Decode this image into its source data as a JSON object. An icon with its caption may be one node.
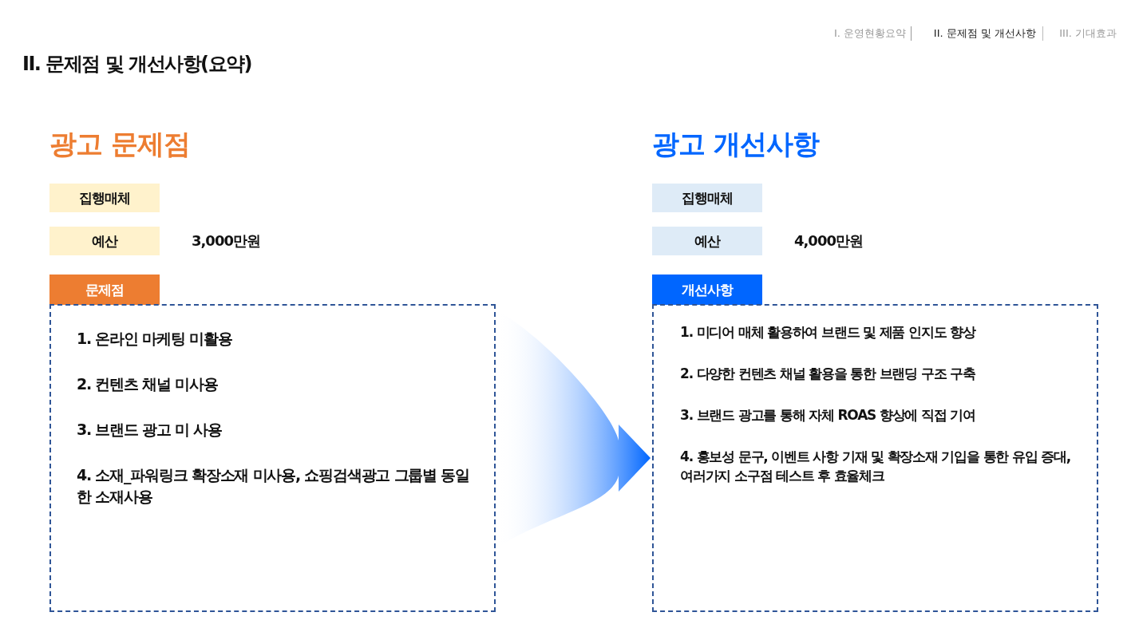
{
  "diagram": {
    "title": "II. 문제점 및 개선사항(요약)",
    "nodes": [
      {
        "text": [
          "집행매체"
        ]
      },
      {
        "text": [
          "예산"
        ],
        "beside": [
          "3,000만원"
        ]
      },
      {
        "text": [
          "문제점",
          "1. 온라인 마케팅 미활용",
          "2. 컨텐츠 채널 미사용",
          "3. 브랜드 광고 미 사용",
          "4. 소재_파워링크 확장소재 미사용, 쇼핑검색광고 그룹별 동일한 소재사용"
        ]
      },
      {
        "text": [
          "집행매체"
        ]
      },
      {
        "text": [
          "예산"
        ],
        "beside": [
          "4,000만원"
        ]
      },
      {
        "text": [
          "개선사항",
          "1. 미디어 매체 활용하여 브랜드 및 제품 인지도 향상",
          "2. 다양한 컨텐츠 채널 활용을 통한 브랜딩 구조 구축",
          "3. 브랜드 광고를 통해 자체 ROAS 향상에 직접 기여",
          "4. 홍보성 문구, 이벤트 사항 기재 및 확장소재 기입을 통한 유입 증대, 여러가지 소구점 테스트 후 효율체크"
        ]
      }
    ],
    "edges": [
      {
        "from": 2,
        "to": 5,
        "arrow": "to"
      }
    ],
    "labels": [
      "I. 운영현황요약",
      "II. 문제점 및 개선사항",
      "III. 기대효과",
      "광고 문제점",
      "광고 개선사항"
    ]
  }
}
